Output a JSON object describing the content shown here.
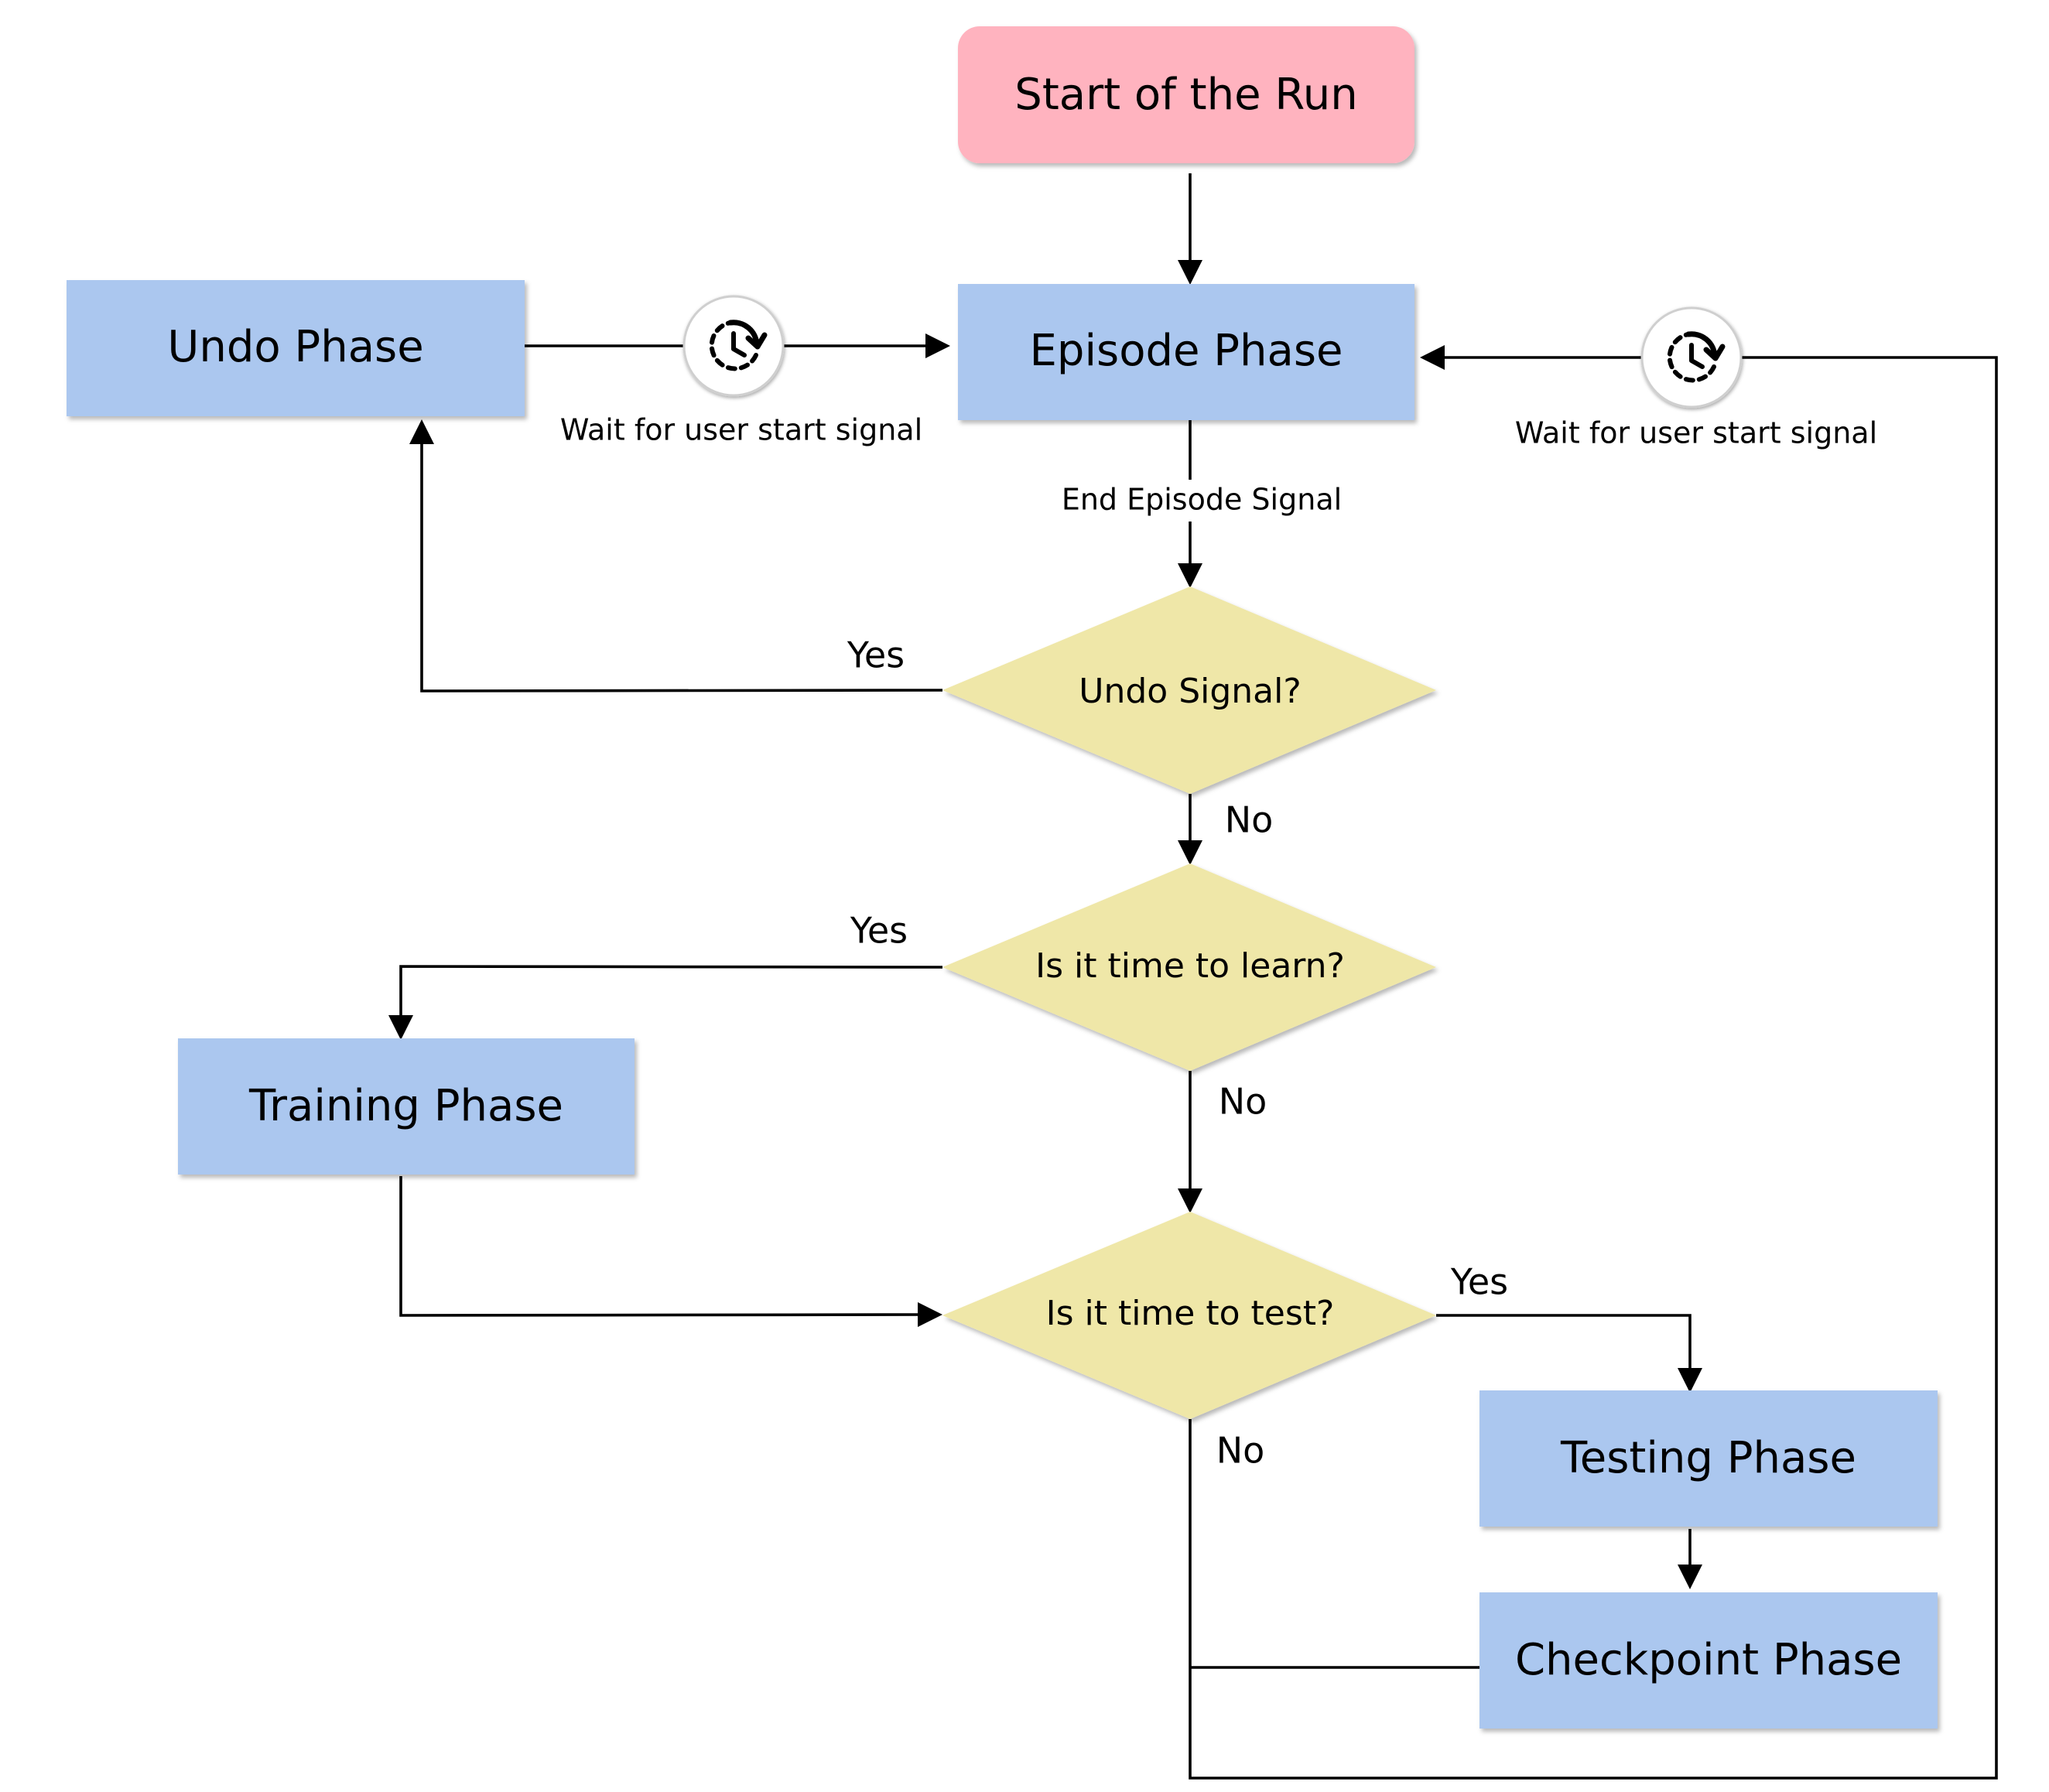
{
  "colors": {
    "start_fill": "#ffb3bf",
    "phase_fill": "#abc7ef",
    "decision_fill": "#efe7a8",
    "line": "#000000",
    "icon_ring": "#cccccc"
  },
  "nodes": {
    "start": "Start of the Run",
    "undo_phase": "Undo Phase",
    "episode_phase": "Episode Phase",
    "undo_signal": "Undo Signal?",
    "time_to_learn": "Is it time to learn?",
    "training_phase": "Training Phase",
    "time_to_test": "Is it time to test?",
    "testing_phase": "Testing Phase",
    "checkpoint_phase": "Checkpoint Phase"
  },
  "edge_labels": {
    "wait_left": "Wait for user start signal",
    "wait_right": "Wait for user start signal",
    "end_episode": "End Episode Signal",
    "undo_yes": "Yes",
    "undo_no": "No",
    "learn_yes": "Yes",
    "learn_no": "No",
    "test_yes": "Yes",
    "test_no": "No"
  },
  "icons": {
    "wait_left": "clock-restart-icon",
    "wait_right": "clock-restart-icon"
  }
}
